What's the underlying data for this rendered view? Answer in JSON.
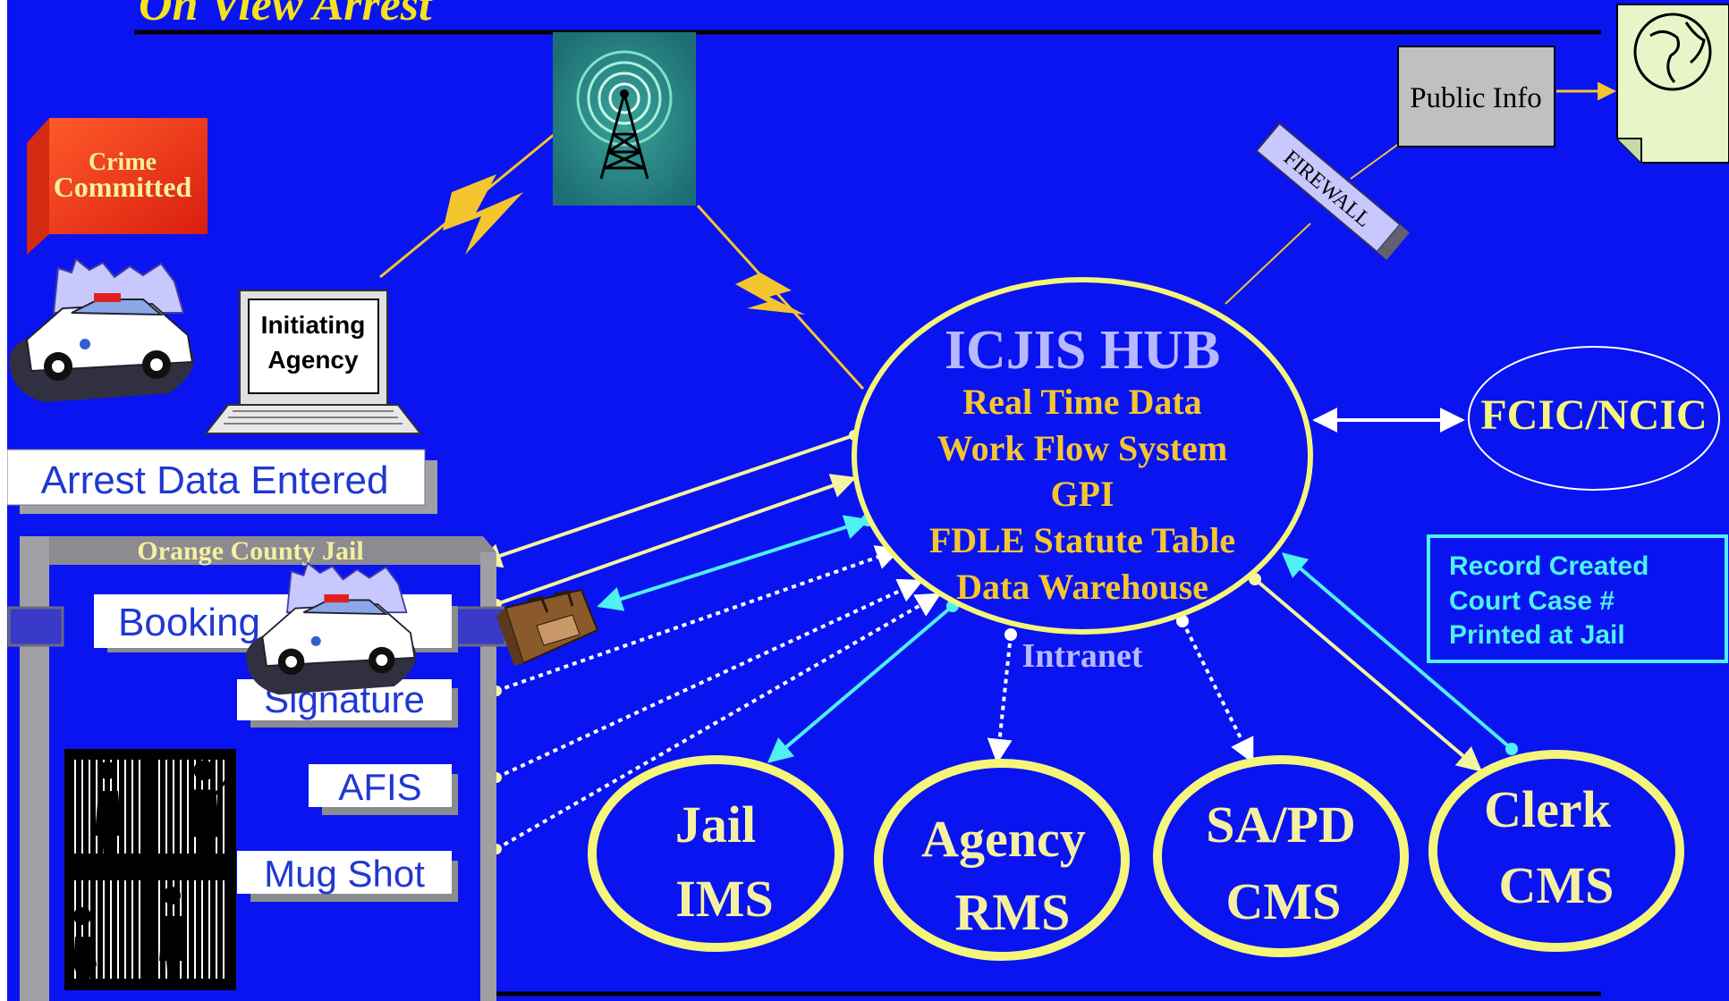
{
  "title": "On View Arrest",
  "colors": {
    "background": "#0a14f0",
    "yellow": "#f5f57a",
    "gold": "#f5c530",
    "cyan": "#4ef0f0",
    "white": "#ffffff",
    "grey_frame": "#a0a0a4"
  },
  "crime_box": {
    "line1": "Crime",
    "line2": "Committed"
  },
  "laptop": {
    "line1": "Initiating",
    "line2": "Agency"
  },
  "arrest_label": "Arrest Data Entered",
  "jail": {
    "title": "Orange County Jail",
    "steps": [
      "Booking",
      "Signature",
      "AFIS",
      "Mug Shot"
    ]
  },
  "firewall_label": "FIREWALL",
  "public_info": "Public Info",
  "hub": {
    "title": "ICJIS HUB",
    "lines": [
      "Real Time Data",
      "Work Flow System",
      "GPI",
      "FDLE Statute Table",
      "Data Warehouse"
    ],
    "intranet": "Intranet"
  },
  "fcic": "FCIC/NCIC",
  "record_box": [
    "Record Created",
    "Court Case #",
    "Printed at Jail"
  ],
  "systems": [
    {
      "line1": "Jail",
      "line2": "IMS"
    },
    {
      "line1": "Agency",
      "line2": "RMS"
    },
    {
      "line1": "SA/PD",
      "line2": "CMS"
    },
    {
      "line1": "Clerk",
      "line2": "CMS"
    }
  ],
  "icons": [
    "radio-tower-icon",
    "globe-document-icon",
    "lightning-bolt-icon",
    "police-car-icon",
    "laptop-icon",
    "jail-cell-icon",
    "briefcase-icon"
  ]
}
